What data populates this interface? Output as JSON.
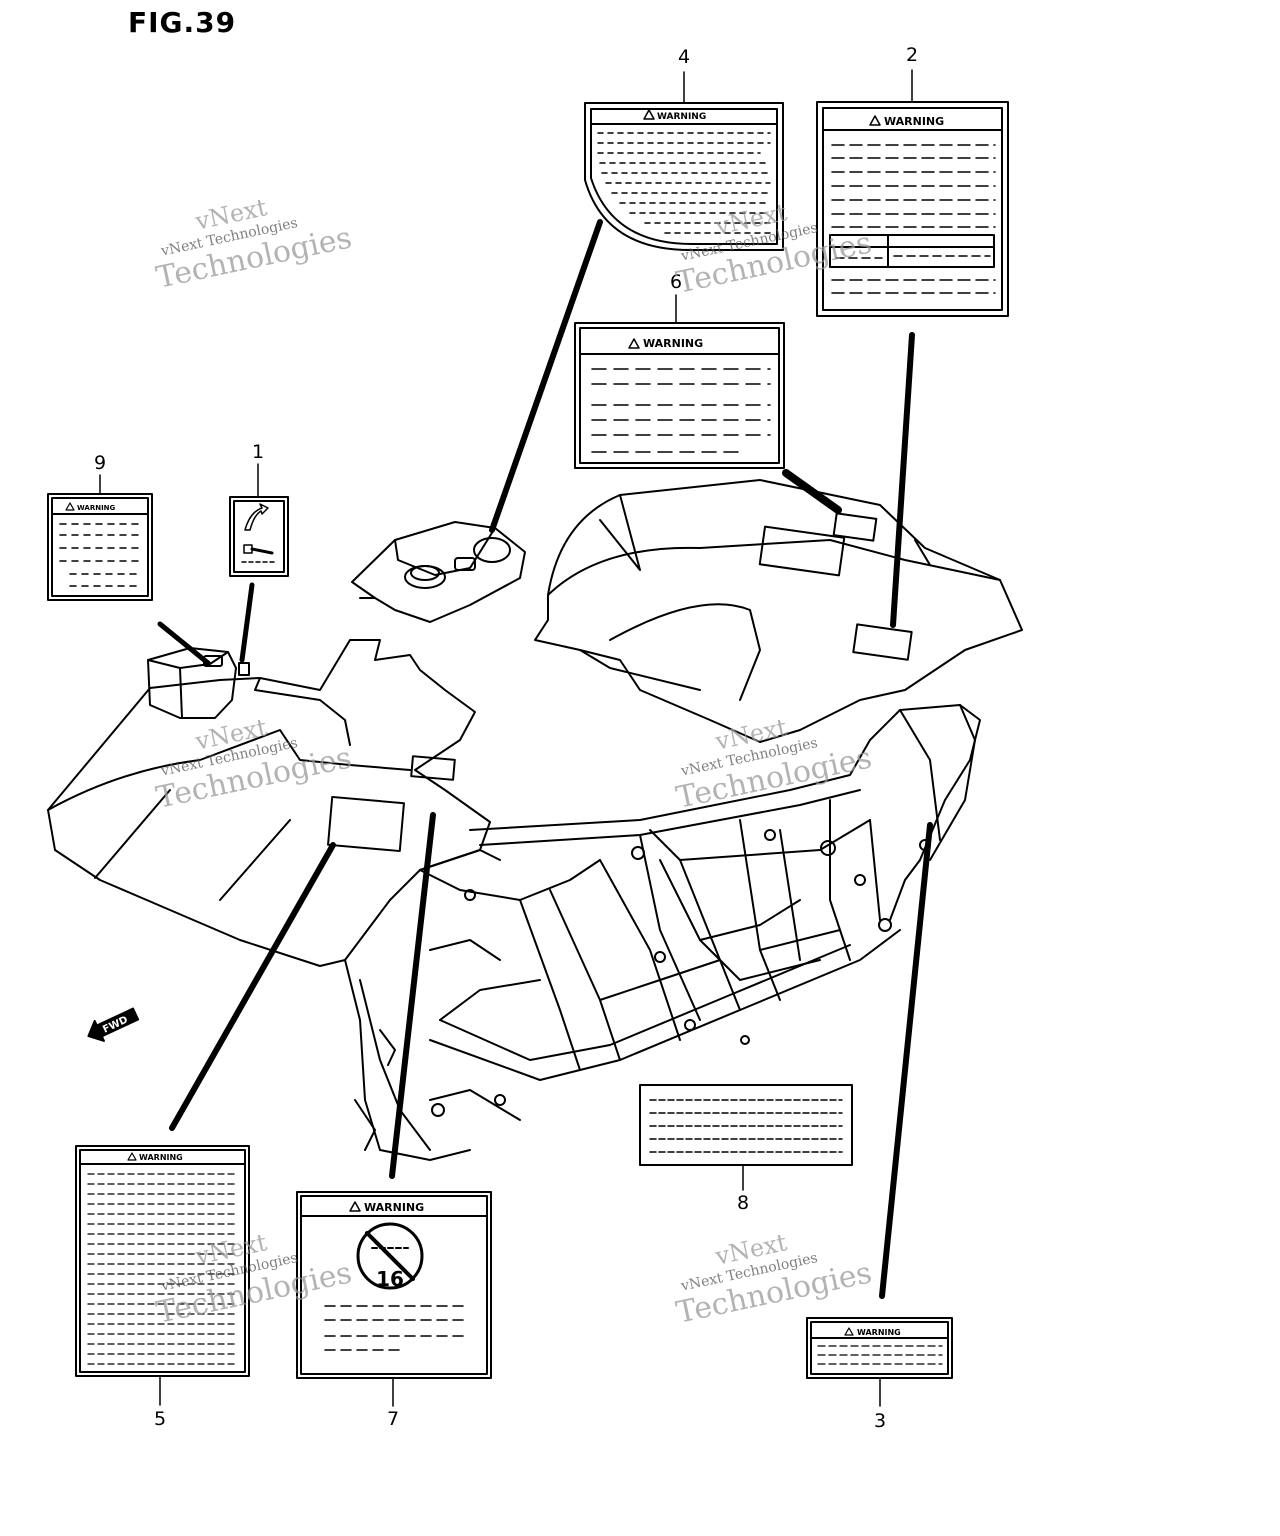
{
  "figure": {
    "title": "FIG.39"
  },
  "callouts": [
    "1",
    "2",
    "3",
    "4",
    "5",
    "6",
    "7",
    "8",
    "9"
  ],
  "labels": {
    "warning": "WARNING",
    "fwd": "FWD",
    "age_badge": "16"
  },
  "watermark": {
    "line1": "vNext",
    "line2": "vNext Technologies",
    "line3": "Technologies"
  }
}
